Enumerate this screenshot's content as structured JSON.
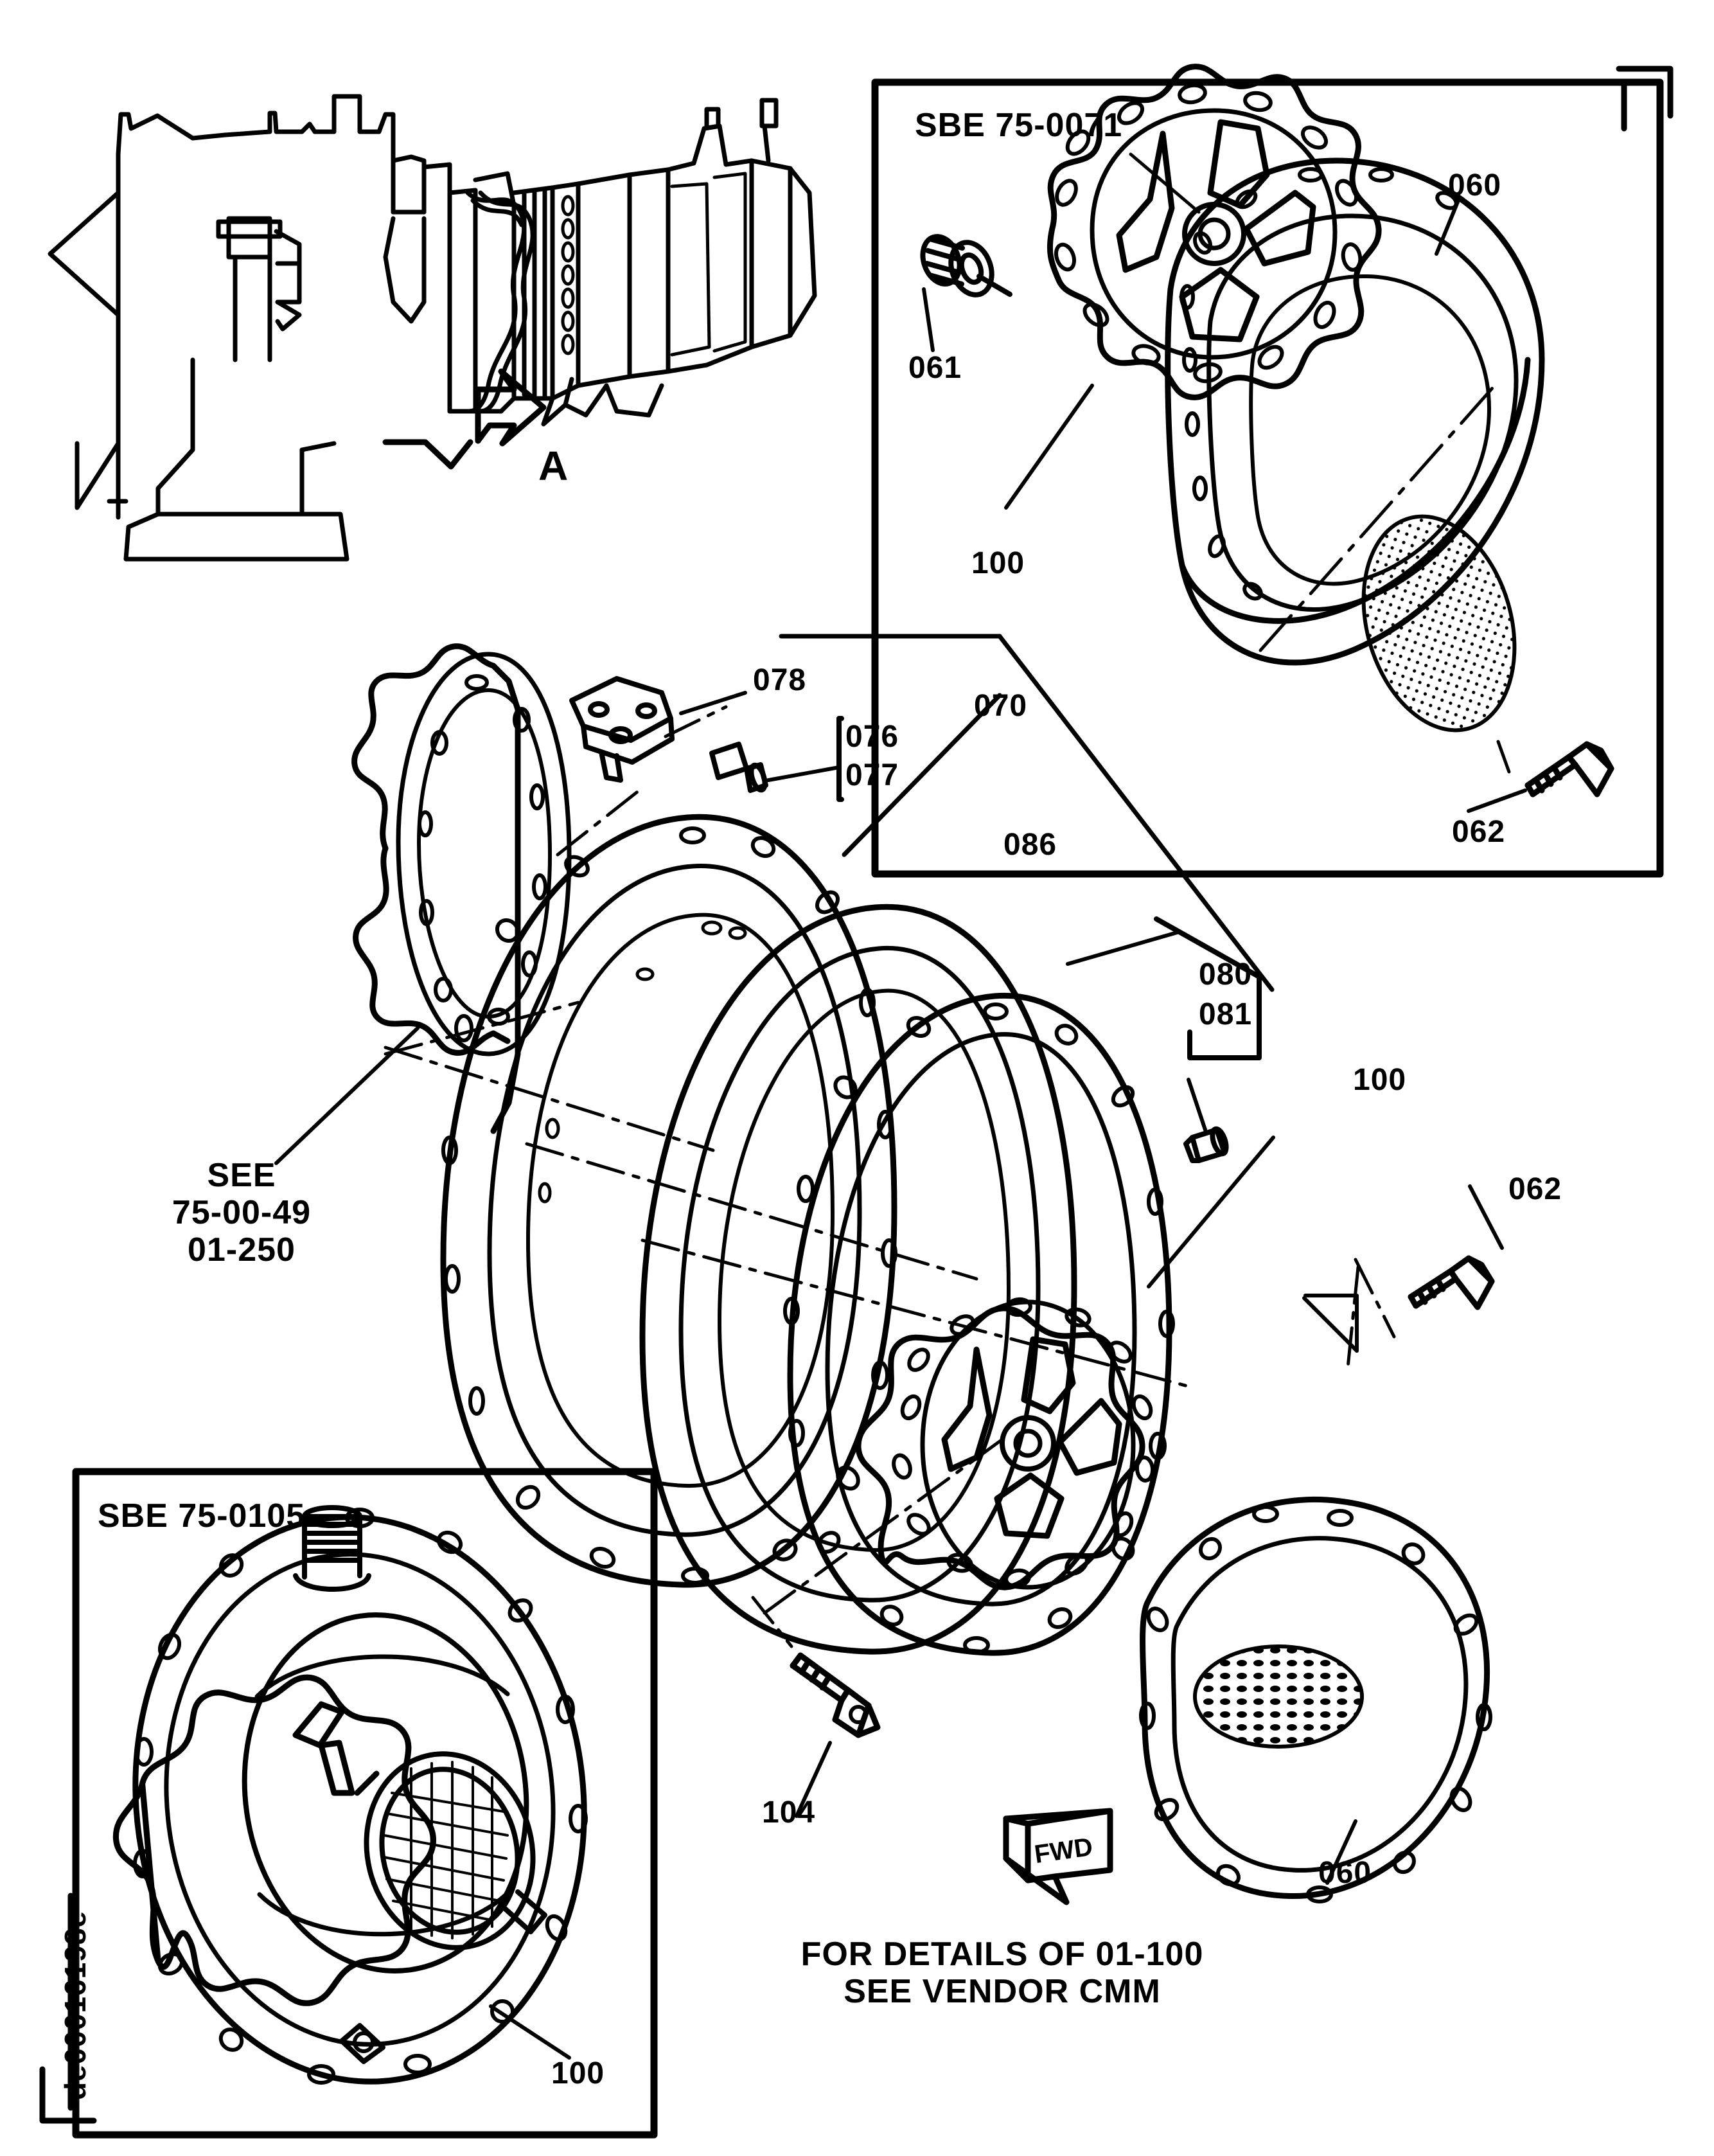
{
  "sheet": {
    "figure_id": "de00016198e",
    "view_arrow_label": "A",
    "fwd_arrow_label": "FWD"
  },
  "detail_boxes": [
    {
      "name": "sbe-top",
      "title": "SBE 75-0071"
    },
    {
      "name": "sbe-bottom",
      "title": "SBE 75-0105"
    }
  ],
  "notes": {
    "see_ref": {
      "line1": "SEE",
      "line2": "75-00-49",
      "line3": "01-250"
    },
    "vendor": {
      "line1": "FOR DETAILS OF 01-100",
      "line2": "SEE VENDOR CMM"
    }
  },
  "callouts": [
    {
      "name": "callout-060-top",
      "text": "060"
    },
    {
      "name": "callout-061",
      "text": "061"
    },
    {
      "name": "callout-100-top",
      "text": "100"
    },
    {
      "name": "callout-062-top",
      "text": "062"
    },
    {
      "name": "callout-078",
      "text": "078"
    },
    {
      "name": "callout-076",
      "text": "076"
    },
    {
      "name": "callout-077",
      "text": "077"
    },
    {
      "name": "callout-070",
      "text": "070"
    },
    {
      "name": "callout-086",
      "text": "086"
    },
    {
      "name": "callout-080",
      "text": "080"
    },
    {
      "name": "callout-081",
      "text": "081"
    },
    {
      "name": "callout-100-mid",
      "text": "100"
    },
    {
      "name": "callout-062-mid",
      "text": "062"
    },
    {
      "name": "callout-104",
      "text": "104"
    },
    {
      "name": "callout-060-bottom",
      "text": "060"
    },
    {
      "name": "callout-100-bottom",
      "text": "100"
    }
  ],
  "colors": {
    "ink": "#000000",
    "paper": "#ffffff"
  }
}
